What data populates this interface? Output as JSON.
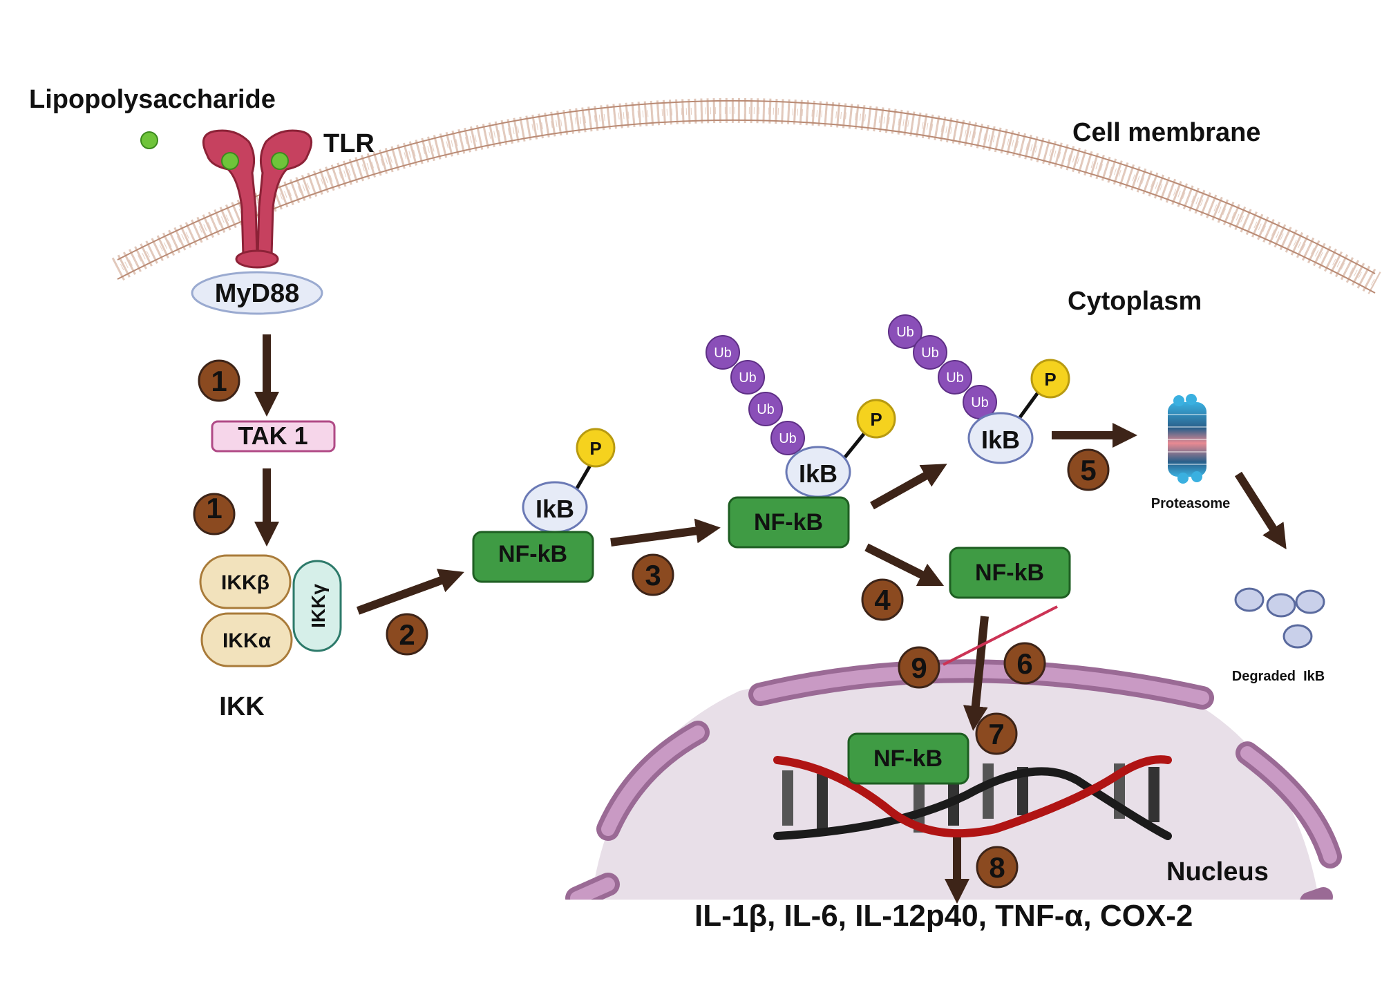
{
  "labels": {
    "lipopolysaccharide": "Lipopolysaccharide",
    "tlr": "TLR",
    "cell_membrane": "Cell membrane",
    "cytoplasm": "Cytoplasm",
    "myd88": "MyD88",
    "tak1": "TAK 1",
    "ikk_beta": "IKKβ",
    "ikk_alpha": "IKKα",
    "ikk_gamma": "IKKγ",
    "ikk": "IKK",
    "nfkb": "NF-kB",
    "ikb": "IkB",
    "p": "P",
    "ub": "Ub",
    "proteasome": "Proteasome",
    "degraded_ikb": "Degraded  IkB",
    "nucleus": "Nucleus",
    "genes": "IL-1β, IL-6, IL-12p40, TNF-α, COX-2"
  },
  "steps": {
    "s1a": "1",
    "s1b": "1",
    "s2": "2",
    "s3": "3",
    "s4": "4",
    "s5": "5",
    "s6": "6",
    "s7": "7",
    "s8": "8",
    "s9": "9"
  },
  "colors": {
    "arrow": "#3d2418",
    "badge": "#8b4a20",
    "nfkb_fill": "#3f9b44",
    "nfkb_stroke": "#1e5e22",
    "ikb_fill": "#e6ebf7",
    "ikb_stroke": "#6a79b5",
    "phos": "#f5d21e",
    "ub": "#8a4fb8",
    "tlr": "#c6415f",
    "membrane": "#c89a84",
    "nucleus_fill": "#e8dfe8",
    "envelope": "#b07eaa",
    "dna_red": "#b01414",
    "dna_black": "#1b1b1b",
    "inhibit_line": "#cc3355"
  }
}
